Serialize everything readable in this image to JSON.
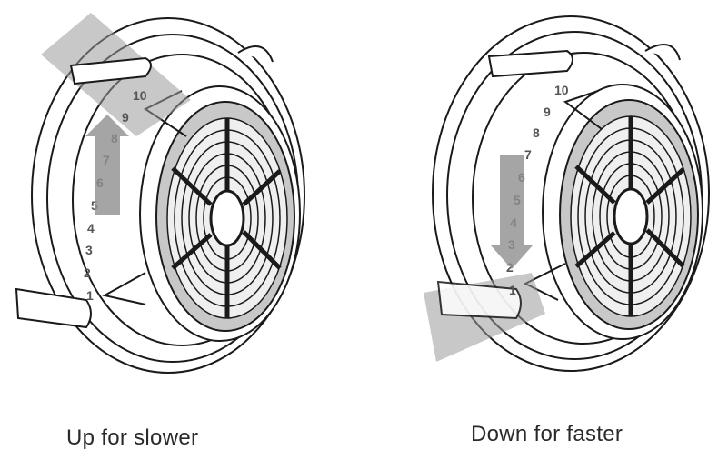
{
  "panels": [
    {
      "caption": "Up for slower",
      "scale": [
        "1",
        "2",
        "3",
        "4",
        "5",
        "6",
        "7",
        "8",
        "9",
        "10"
      ],
      "arrow_direction": "up",
      "dial_position": "top"
    },
    {
      "caption": "Down for faster",
      "scale": [
        "1",
        "2",
        "3",
        "4",
        "5",
        "6",
        "7",
        "8",
        "9",
        "10"
      ],
      "arrow_direction": "down",
      "dial_position": "bottom"
    }
  ],
  "colors": {
    "outline": "#1a1a1a",
    "highlight": "#9a9a9a",
    "shade": "#b5b5b5"
  }
}
